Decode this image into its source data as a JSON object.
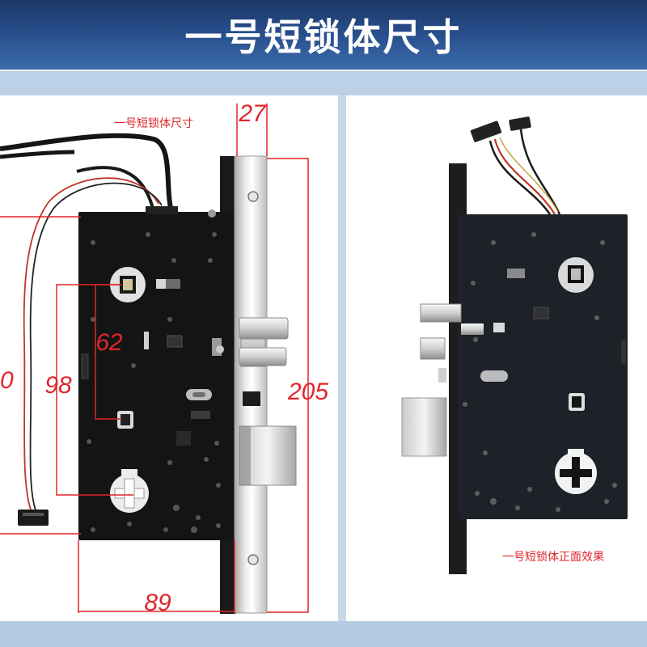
{
  "header": {
    "title": "一号短锁体尺寸"
  },
  "left_panel": {
    "label": "一号短锁体尺寸",
    "dimensions": {
      "top": "27",
      "right": "205",
      "inner": "62",
      "outer": "98",
      "edge": "0",
      "bottom": "89"
    }
  },
  "right_panel": {
    "label": "一号短锁体正面效果"
  },
  "colors": {
    "header_dark": "#1b3767",
    "header_light": "#3d6cab",
    "band": "#bcd0e7",
    "dimension_red": "#e2252b",
    "lock_body": "#141414",
    "title_text": "#ffffff"
  }
}
